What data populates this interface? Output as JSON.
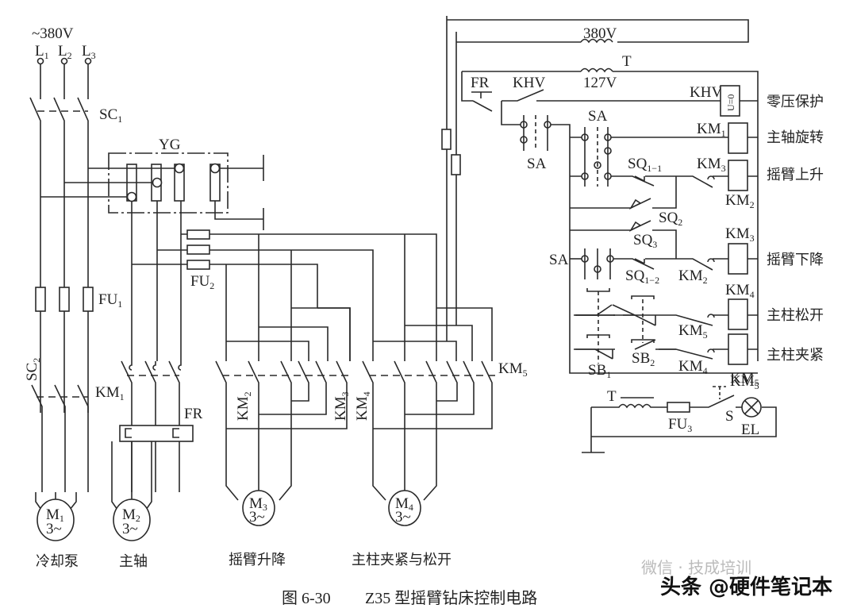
{
  "supply": {
    "voltage": "~380V",
    "phases": [
      {
        "main": "L",
        "sub": "1"
      },
      {
        "main": "L",
        "sub": "2"
      },
      {
        "main": "L",
        "sub": "3"
      }
    ]
  },
  "labels": {
    "sc1": {
      "main": "SC",
      "sub": "1"
    },
    "sc2": {
      "main": "SC",
      "sub": "2"
    },
    "yg": "YG",
    "fu1": {
      "main": "FU",
      "sub": "1"
    },
    "fu2": {
      "main": "FU",
      "sub": "2"
    },
    "fu3": {
      "main": "FU",
      "sub": "3"
    },
    "km1_main": {
      "main": "KM",
      "sub": "1"
    },
    "fr_main": "FR",
    "km2_main": {
      "main": "KM",
      "sub": "2"
    },
    "km3_main": {
      "main": "KM",
      "sub": "3"
    },
    "km4_main": {
      "main": "KM",
      "sub": "4"
    },
    "km5_main": {
      "main": "KM",
      "sub": "5"
    }
  },
  "motors": [
    {
      "id": "M",
      "sub": "1",
      "phase": "3~",
      "caption": "冷却泵"
    },
    {
      "id": "M",
      "sub": "2",
      "phase": "3~",
      "caption": "主轴"
    },
    {
      "id": "M",
      "sub": "3",
      "phase": "3~",
      "caption": "摇臂升降"
    },
    {
      "id": "M",
      "sub": "4",
      "phase": "3~",
      "caption": "主柱夹紧与松开"
    }
  ],
  "control": {
    "primary_voltage": "380V",
    "transformer": "T",
    "secondary_voltage": "127V",
    "fr": "FR",
    "khv_contact": "KHV",
    "khv_coil": "KHV",
    "khv_coil_symbol": "U=0",
    "sa": "SA",
    "sq1_1": {
      "main": "SQ",
      "sub": "1−1"
    },
    "sq1_2": {
      "main": "SQ",
      "sub": "1−2"
    },
    "sq2": {
      "main": "SQ",
      "sub": "2"
    },
    "sq3": {
      "main": "SQ",
      "sub": "3"
    },
    "sb1": {
      "main": "SB",
      "sub": "1"
    },
    "sb2": {
      "main": "SB",
      "sub": "2"
    },
    "rows": [
      {
        "coil": {
          "main": "KM",
          "sub": "1"
        },
        "function": "主轴旋转"
      },
      {
        "coil": {
          "main": "KM",
          "sub": "2"
        },
        "interlock": {
          "main": "KM",
          "sub": "3"
        },
        "function": "摇臂上升"
      },
      {
        "coil": {
          "main": "KM",
          "sub": "3"
        },
        "interlock": {
          "main": "KM",
          "sub": "2"
        },
        "function": "摇臂下降"
      },
      {
        "coil": {
          "main": "KM",
          "sub": "4"
        },
        "interlock": {
          "main": "KM",
          "sub": "5"
        },
        "function": "主柱松开"
      },
      {
        "coil": {
          "main": "KM",
          "sub": "5"
        },
        "interlock": {
          "main": "KM",
          "sub": "4"
        },
        "function": "主柱夹紧"
      }
    ],
    "zero_voltage_function": "零压保护",
    "lamp": {
      "transformer": "T",
      "fuse": {
        "main": "FU",
        "sub": "3"
      },
      "contact": {
        "main": "KM",
        "sub": "5"
      },
      "switch": "S",
      "lamp": "EL"
    }
  },
  "caption": {
    "figure": "图 6-30",
    "title": "Z35 型摇臂钻床控制电路"
  },
  "watermark": {
    "faded": "微信 · 技成培训",
    "main": "头条 @硬件笔记本"
  }
}
